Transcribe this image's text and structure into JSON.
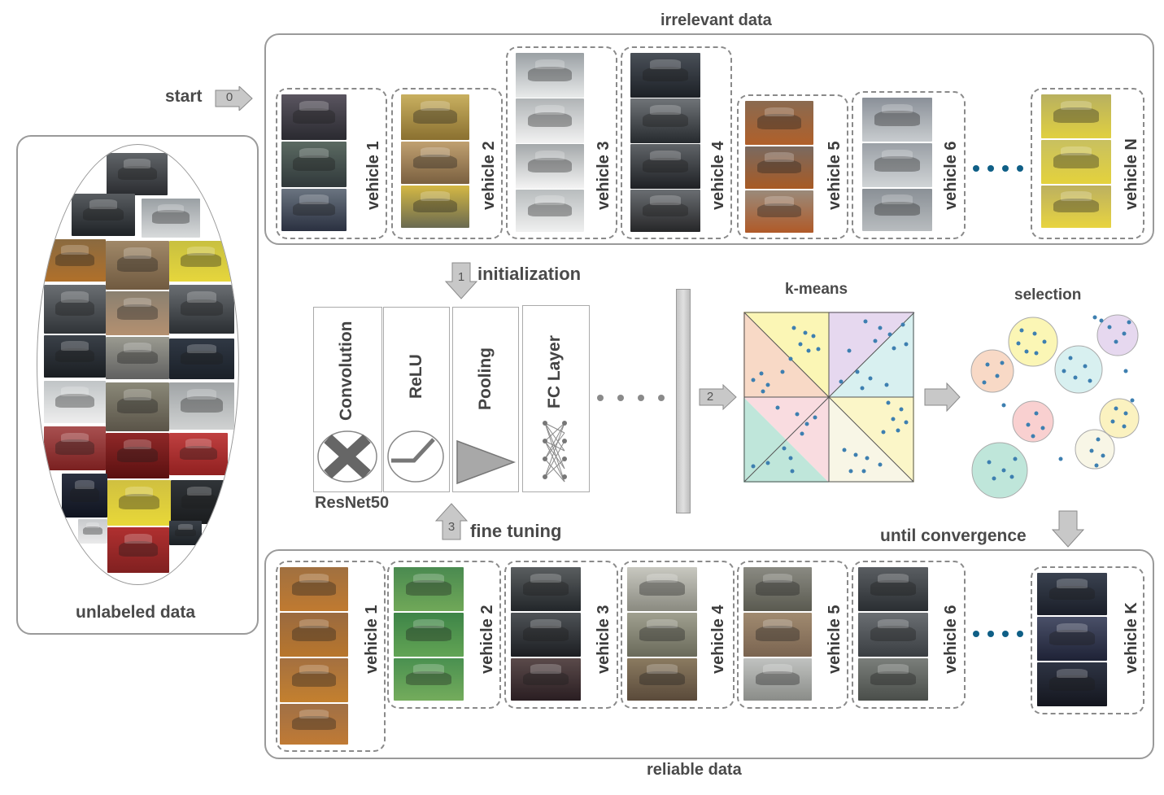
{
  "labels": {
    "irrelevant_data": "irrelevant data",
    "reliable_data": "reliable data",
    "unlabeled_data": "unlabeled data",
    "start": "start",
    "initialization": "initialization",
    "fine_tuning": "fine tuning",
    "until_convergence": "until convergence",
    "kmeans": "k-means",
    "selection": "selection",
    "network": "ResNet50"
  },
  "steps": {
    "start": "0",
    "init": "1",
    "cluster": "2",
    "finetune": "3"
  },
  "network_layers": [
    "Convolution",
    "ReLU",
    "Pooling",
    "FC Layer"
  ],
  "irrelevant_groups": [
    "vehicle 1",
    "vehicle 2",
    "vehicle 3",
    "vehicle 4",
    "vehicle 5",
    "vehicle 6",
    "vehicle N"
  ],
  "reliable_groups": [
    "vehicle 1",
    "vehicle 2",
    "vehicle 3",
    "vehicle 4",
    "vehicle 5",
    "vehicle 6",
    "vehicle K"
  ],
  "colors": {
    "panel_border": "#9a9a9a",
    "dot": "#3d7fb0",
    "ellipsis_dot": "#0f5f86",
    "kmeans_yellow": "#fbf6b5",
    "kmeans_purple": "#e6d8ef",
    "kmeans_peach": "#f8d9c6",
    "kmeans_cyan": "#d8f0f0",
    "kmeans_pink": "#f9dce0",
    "kmeans_teal": "#bfe6da",
    "kmeans_cream": "#f8f6e6"
  },
  "icons": [
    "arrow-right-icon",
    "arrow-down-icon",
    "arrow-up-icon",
    "cross-icon",
    "relu-icon",
    "pooling-icon",
    "fc-network-icon"
  ]
}
